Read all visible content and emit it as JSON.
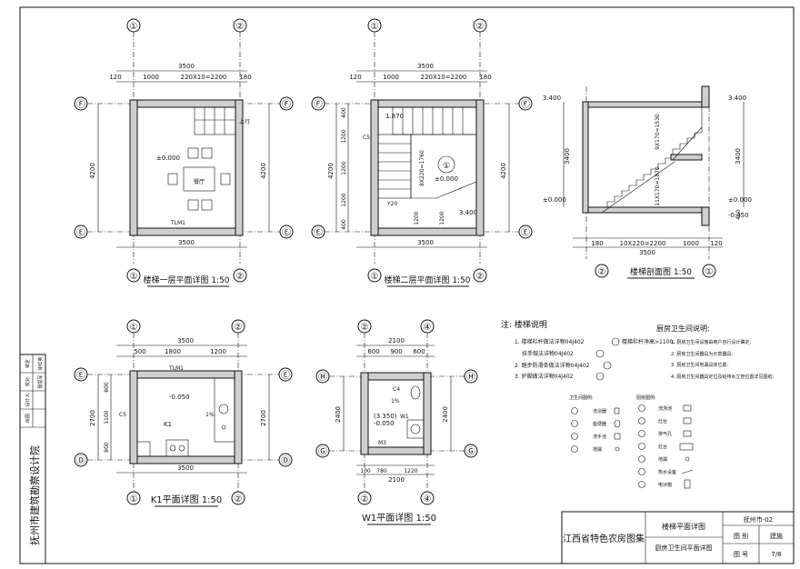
{
  "drawings": {
    "stair_first": {
      "title": "楼梯一层平面详图 1:50",
      "axis_top": [
        "①",
        "②"
      ],
      "axis_side": [
        "Ⓕ",
        "Ⓔ"
      ],
      "axis_bottom": [
        "①",
        "②"
      ],
      "dim_total": "3500",
      "dim_parts": [
        "120",
        "1000",
        "220X10=2200",
        "180"
      ],
      "dim_left": "4200",
      "dim_right": "4200",
      "dim_bottom": "3500",
      "elev": "±0.000",
      "label_table": "餐厅",
      "label_door": "TLM1",
      "label_up": "上行"
    },
    "stair_second": {
      "title": "楼梯二层平面详图 1:50",
      "axis_top": [
        "①",
        "②"
      ],
      "axis_side": [
        "Ⓕ",
        "Ⓔ"
      ],
      "axis_bottom": [
        "①",
        "②"
      ],
      "dim_total": "3500",
      "dim_parts": [
        "120",
        "1000",
        "220X10=2200",
        "180"
      ],
      "dim_left": [
        "400",
        "1200",
        "1200",
        "1200",
        "400"
      ],
      "dim_right": "4200",
      "dim_right_inner": [
        "1200",
        "1200"
      ],
      "dim_left_outer": "4200",
      "dim_bottom": "3500",
      "elev_a": "1.870",
      "elev_b": "±0.000",
      "elev_c": "3.400",
      "dim_mid": "8X220=1760",
      "label_c5": "C5",
      "label_y20": "Y20"
    },
    "section": {
      "title": "楼梯剖面图 1:50",
      "axis_bottom": [
        "②",
        "①"
      ],
      "elev_top_l": "3.400",
      "elev_top_r": "3.400",
      "elev_bot_l": "±0.000",
      "elev_bot_r": "±0.000",
      "elev_neg": "-0.450",
      "dim_h": "3400",
      "dim_h_r": "3400",
      "dim_upper": "9X170=1530",
      "dim_lower": "11X170=1870",
      "dim_450": "450",
      "dim_parts": [
        "180",
        "10X220=2200",
        "1000",
        "120"
      ],
      "dim_total": "3500"
    },
    "kitchen": {
      "title": "K1平面详图 1:50",
      "axis_top": [
        "①",
        "②"
      ],
      "axis_side": [
        "Ⓔ",
        "Ⓓ"
      ],
      "axis_bottom": [
        "①",
        "②"
      ],
      "dim_total": "3500",
      "dim_parts": [
        "500",
        "1800",
        "1200"
      ],
      "dim_left": [
        "800",
        "1100",
        "800"
      ],
      "dim_left_total": "2700",
      "dim_right": "2700",
      "dim_bottom": "3500",
      "elev": "-0.050",
      "label_k": "K1",
      "label_slope": "1%",
      "label_door": "TLM1",
      "label_c5": "C5"
    },
    "wc": {
      "title": "W1平面详图 1:50",
      "axis_top": [
        "②",
        "④"
      ],
      "axis_side": [
        "Ⓗ",
        "Ⓖ"
      ],
      "axis_bottom": [
        "②",
        "④"
      ],
      "dim_total": "2100",
      "dim_parts": [
        "600",
        "900",
        "600"
      ],
      "dim_left": "2400",
      "dim_right": "2400",
      "dim_bottom_parts": [
        "100",
        "780",
        "1220"
      ],
      "dim_bottom": "2100",
      "elev_a": "(3.350)",
      "elev_b": "-0.050",
      "label_c4": "C4",
      "label_w1": "W1",
      "label_slope": "1%",
      "label_m3": "M3"
    }
  },
  "notes": {
    "stair_title": "注: 楼梯说明",
    "stair_items": [
      "1. 楼梯栏杆做法详物04J402",
      "楼梯栏杆净高>1100,",
      "扶手做法详物04J402",
      "2. 踏步防滑条做法详物04J402",
      "3. 护脚做法详物04J402"
    ],
    "kitchen_title": "厨房卫生间说明:",
    "kitchen_items": [
      "1. 厨房卫生间设施由用户自行设计确定;",
      "2. 厨房卫生间器具为示意器具;",
      "3. 厨房卫生间地漏具体位置;",
      "4. 厨房卫生间器具定位及给排水立管位置详见图纸;"
    ],
    "legend_wc_title": "卫生间图例:",
    "legend_wc": [
      "洗浴器",
      "座便器",
      "洗手池",
      "地漏"
    ],
    "legend_k_title": "厨房图例:",
    "legend_k": [
      "洗涤池",
      "灶台",
      "排气孔",
      "灶台",
      "地漏",
      "热水设备",
      "电冰箱"
    ]
  },
  "side_strip": {
    "org": "抚州市建筑勘察设计院",
    "roles": [
      "审定",
      "校对",
      "设计人",
      "绘图"
    ],
    "names": [
      "徐红英",
      "聂思军",
      "",
      ""
    ]
  },
  "title_block": {
    "collection": "江西省特色农房图集",
    "drawing_line1": "楼梯平面详图",
    "drawing_line2": "厨房卫生间平面详图",
    "code": "抚州市-02",
    "cat_label": "图 别",
    "cat_value": "建施",
    "num_label": "图 号",
    "num_value": "7/8"
  }
}
